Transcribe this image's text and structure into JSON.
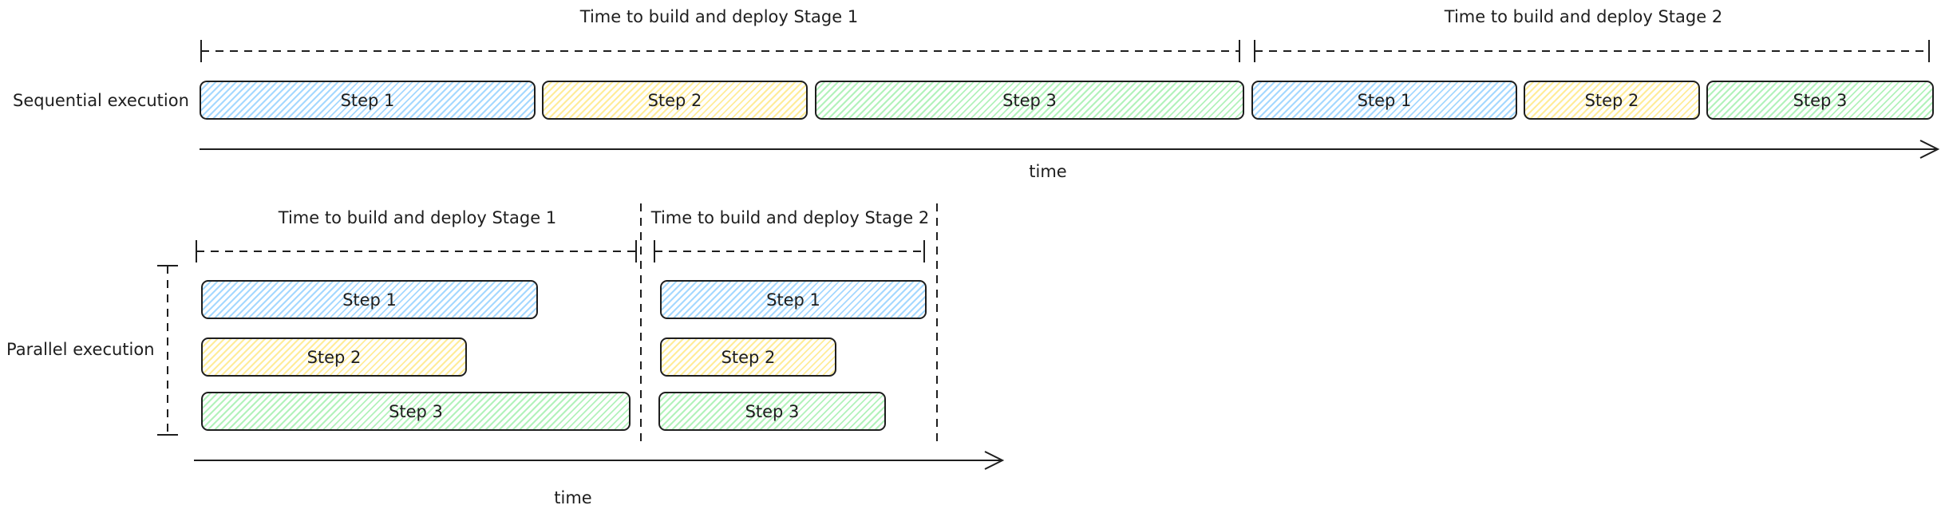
{
  "sequential": {
    "row_label": "Sequential execution",
    "stage1_label": "Time to build and deploy Stage 1",
    "stage2_label": "Time to build and deploy Stage 2",
    "time_label": "time",
    "stage1_steps": [
      "Step 1",
      "Step 2",
      "Step 3"
    ],
    "stage2_steps": [
      "Step 1",
      "Step 2",
      "Step 3"
    ]
  },
  "parallel": {
    "row_label": "Parallel execution",
    "stage1_label": "Time to build and deploy Stage 1",
    "stage2_label": "Time to build and deploy Stage 2",
    "time_label": "time",
    "stage1_steps": [
      "Step 1",
      "Step 2",
      "Step 3"
    ],
    "stage2_steps": [
      "Step 1",
      "Step 2",
      "Step 3"
    ]
  },
  "colors": {
    "step1": "#a5d8ff",
    "step2": "#ffec99",
    "step3": "#b2f2bb",
    "stroke": "#1e1e1e"
  }
}
